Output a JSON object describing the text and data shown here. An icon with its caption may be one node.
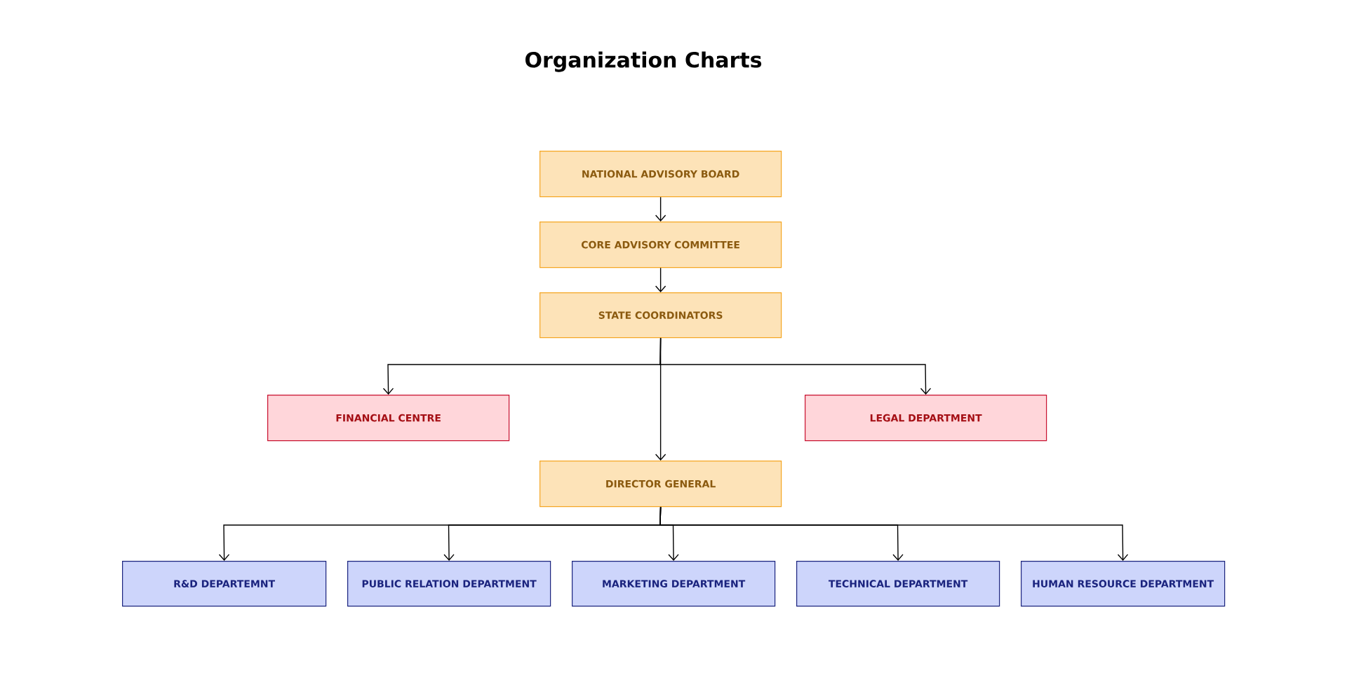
{
  "diagram": {
    "title": "Organization Charts",
    "nodes": [
      {
        "text": [
          "NATIONAL ADVISORY BOARD"
        ]
      },
      {
        "text": [
          "CORE ADVISORY COMMITTEE"
        ]
      },
      {
        "text": [
          "STATE COORDINATORS"
        ]
      },
      {
        "text": [
          "FINANCIAL CENTRE"
        ]
      },
      {
        "text": [
          "LEGAL DEPARTMENT"
        ]
      },
      {
        "text": [
          "DIRECTOR GENERAL"
        ]
      },
      {
        "text": [
          "R&D DEPARTEMNT"
        ]
      },
      {
        "text": [
          "PUBLIC RELATION DEPARTMENT"
        ]
      },
      {
        "text": [
          "MARKETING DEPARTMENT"
        ]
      },
      {
        "text": [
          "TECHNICAL DEPARTMENT"
        ]
      },
      {
        "text": [
          "HUMAN RESOURCE  DEPARTMENT"
        ]
      }
    ],
    "edges": [
      {
        "from": 0,
        "to": 1,
        "arrow": "to"
      },
      {
        "from": 1,
        "to": 2,
        "arrow": "to"
      },
      {
        "from": 2,
        "to": 3,
        "arrow": "to"
      },
      {
        "from": 2,
        "to": 4,
        "arrow": "to"
      },
      {
        "from": 2,
        "to": 5,
        "arrow": "to"
      },
      {
        "from": 5,
        "to": 6,
        "arrow": "to"
      },
      {
        "from": 5,
        "to": 7,
        "arrow": "to"
      },
      {
        "from": 5,
        "to": 8,
        "arrow": "to"
      },
      {
        "from": 5,
        "to": 9,
        "arrow": "to"
      },
      {
        "from": 5,
        "to": 10,
        "arrow": "to"
      }
    ]
  }
}
